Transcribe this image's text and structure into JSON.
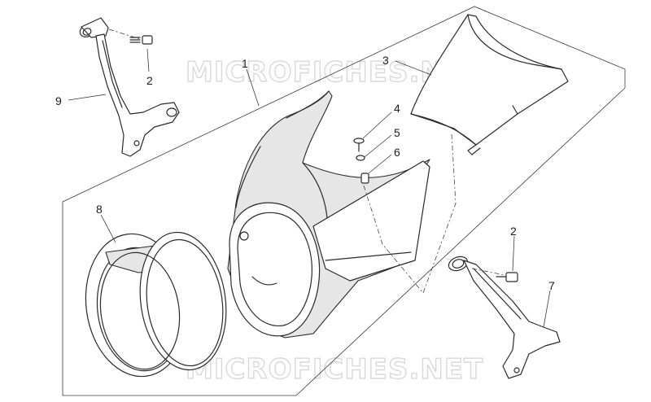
{
  "diagram": {
    "watermarks": [
      "MICROFICHES.NET",
      "MICROFICHES.NET"
    ],
    "callouts": [
      {
        "id": "callout-1",
        "label": "1"
      },
      {
        "id": "callout-2-top",
        "label": "2"
      },
      {
        "id": "callout-2-right",
        "label": "2"
      },
      {
        "id": "callout-3",
        "label": "3"
      },
      {
        "id": "callout-4",
        "label": "4"
      },
      {
        "id": "callout-5",
        "label": "5"
      },
      {
        "id": "callout-6",
        "label": "6"
      },
      {
        "id": "callout-7",
        "label": "7"
      },
      {
        "id": "callout-8",
        "label": "8"
      },
      {
        "id": "callout-9",
        "label": "9"
      }
    ]
  }
}
